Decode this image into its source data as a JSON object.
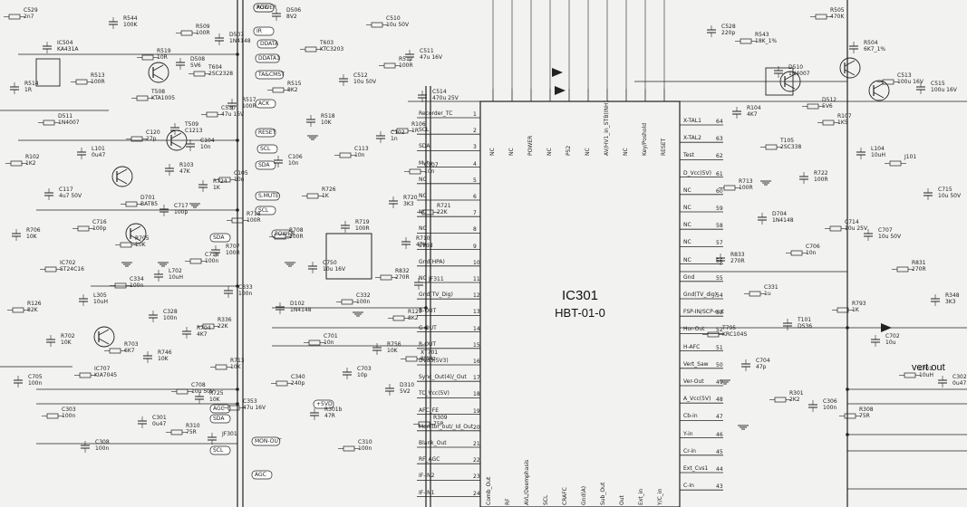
{
  "main_ic": {
    "reference": "IC301",
    "part": "HBT-01-0",
    "top_pins": [
      "NC",
      "NC",
      "POWER",
      "NC",
      "P52",
      "NC",
      "AV/HV1_in_STB(INH)",
      "NC",
      "Key/Poshold",
      "RESET"
    ],
    "left_pins": [
      "Recorder_TC",
      "SCL",
      "SDA",
      "Mute",
      "NC",
      "NC",
      "NC",
      "NC",
      "EVdd",
      "Gnd(HPA)",
      "NC",
      "Gnd(TV_Dig)",
      "B-OUT",
      "G-OUT",
      "R-OUT",
      "DVdd(5V3)",
      "Sync_Out(4)/_Out",
      "TC_Vcc(5V)",
      "AFC_FE",
      "Monitor_out/_Id_Out",
      "Blank_Out",
      "RF_AGC",
      "IF-IN2",
      "IF-IN1"
    ],
    "right_pins": [
      "X-TAL1",
      "X-TAL2",
      "Test",
      "D_Vcc(5V)",
      "NC",
      "NC",
      "NC",
      "NC",
      "NC",
      "Gnd",
      "Gnd(TV_dig)",
      "FSP-IN/SCP-out",
      "Hor-Out",
      "H-AFC",
      "Vert_Saw",
      "Ver-Out",
      "A_Vcc(5V)",
      "Cb-in",
      "Y-in",
      "Cr-in",
      "Ext_Cvs1",
      "C-In"
    ],
    "bottom_pins": [
      "Comb_Out",
      "RF",
      "AVL/Deemphasis",
      "SCL",
      "CRAFC",
      "Gnd(A)",
      "Sub_Out",
      "Out",
      "Ext_in",
      "Y/C_in"
    ]
  },
  "connectors": [
    "POWER",
    "IR",
    "DDATA",
    "DDATA1",
    "TA&CMST",
    "ACK",
    "RESET",
    "SCL",
    "SDA",
    "S.MUTE",
    "SCL",
    "SDA",
    "POWER",
    "+5VD",
    "MON-OUT",
    "AGC",
    "AGC",
    "SDA",
    "SCL",
    "AGC"
  ],
  "components": [
    {
      "ref": "C529",
      "val": "2n7"
    },
    {
      "ref": "R544",
      "val": "100K"
    },
    {
      "ref": "R509",
      "val": "100R"
    },
    {
      "ref": "D506",
      "val": "8V2"
    },
    {
      "ref": "C510",
      "val": "10u 50V"
    },
    {
      "ref": "C528",
      "val": "220p"
    },
    {
      "ref": "R505",
      "val": "470K"
    },
    {
      "ref": "IC504",
      "val": "KA431A"
    },
    {
      "ref": "R519",
      "val": "10R"
    },
    {
      "ref": "D507",
      "val": "1N4148"
    },
    {
      "ref": "T603",
      "val": "KTC3203"
    },
    {
      "ref": "C511",
      "val": "47u 16V"
    },
    {
      "ref": "R543",
      "val": "18K_1%"
    },
    {
      "ref": "R504",
      "val": "6K7_1%"
    },
    {
      "ref": "R513",
      "val": "100R"
    },
    {
      "ref": "D508",
      "val": "5V6"
    },
    {
      "ref": "T604",
      "val": "2SC2328"
    },
    {
      "ref": "C512",
      "val": "10u 50V"
    },
    {
      "ref": "R512",
      "val": "100R"
    },
    {
      "ref": "D510",
      "val": "1N4007"
    },
    {
      "ref": "C513",
      "val": "100u 16V"
    },
    {
      "ref": "R514",
      "val": "1R"
    },
    {
      "ref": "T508",
      "val": "KTA1005"
    },
    {
      "ref": "R517",
      "val": "100R"
    },
    {
      "ref": "R515",
      "val": "8K2"
    },
    {
      "ref": "C514",
      "val": "470u 25V"
    },
    {
      "ref": "D512",
      "val": "5V6"
    },
    {
      "ref": "C515",
      "val": "100u 16V"
    },
    {
      "ref": "D511",
      "val": "1N4007"
    },
    {
      "ref": "T509",
      "val": "C1213"
    },
    {
      "ref": "C530",
      "val": "47u 16V"
    },
    {
      "ref": "R518",
      "val": "10K"
    },
    {
      "ref": "R106",
      "val": "1R"
    },
    {
      "ref": "R104",
      "val": "4K7"
    },
    {
      "ref": "R107",
      "val": "1K5"
    },
    {
      "ref": "L101",
      "val": "0u47"
    },
    {
      "ref": "C120",
      "val": "27p"
    },
    {
      "ref": "C104",
      "val": "10n"
    },
    {
      "ref": "C113",
      "val": "10n"
    },
    {
      "ref": "C102",
      "val": "1n"
    },
    {
      "ref": "T105",
      "val": "2SC338"
    },
    {
      "ref": "L104",
      "val": "10uH"
    },
    {
      "ref": "R102",
      "val": "1K2"
    },
    {
      "ref": "R103",
      "val": "47K"
    },
    {
      "ref": "C105",
      "val": "10n"
    },
    {
      "ref": "C106",
      "val": "10n"
    },
    {
      "ref": "C107",
      "val": "10n"
    },
    {
      "ref": "R722",
      "val": "100R"
    },
    {
      "ref": "J101",
      "val": ""
    },
    {
      "ref": "C117",
      "val": "4u7 50V"
    },
    {
      "ref": "D701",
      "val": "BAT85"
    },
    {
      "ref": "R724",
      "val": "1K"
    },
    {
      "ref": "R726",
      "val": "1K"
    },
    {
      "ref": "R720",
      "val": "3K3"
    },
    {
      "ref": "R713",
      "val": "100R"
    },
    {
      "ref": "C715",
      "val": "10u 50V"
    },
    {
      "ref": "C716",
      "val": "100p"
    },
    {
      "ref": "C717",
      "val": "100p"
    },
    {
      "ref": "R718",
      "val": "100R"
    },
    {
      "ref": "R719",
      "val": "100R"
    },
    {
      "ref": "R721",
      "val": "22K"
    },
    {
      "ref": "D704",
      "val": "1N4148"
    },
    {
      "ref": "C714",
      "val": "10u 25V"
    },
    {
      "ref": "R706",
      "val": "10K"
    },
    {
      "ref": "R705",
      "val": "10K"
    },
    {
      "ref": "R707",
      "val": "100R"
    },
    {
      "ref": "R708",
      "val": "100R"
    },
    {
      "ref": "R710",
      "val": "47K"
    },
    {
      "ref": "C706",
      "val": "10n"
    },
    {
      "ref": "C707",
      "val": "10u 50V"
    },
    {
      "ref": "IC702",
      "val": "ST24C16"
    },
    {
      "ref": "L702",
      "val": "10uH"
    },
    {
      "ref": "C718",
      "val": "100n"
    },
    {
      "ref": "C750",
      "val": "10u 16V"
    },
    {
      "ref": "R832",
      "val": "270R"
    },
    {
      "ref": "R833",
      "val": "270R"
    },
    {
      "ref": "R831",
      "val": "270R"
    },
    {
      "ref": "L305",
      "val": "10uH"
    },
    {
      "ref": "C334",
      "val": "100n"
    },
    {
      "ref": "C333",
      "val": "100n"
    },
    {
      "ref": "C332",
      "val": "100n"
    },
    {
      "ref": "JF311",
      "val": ""
    },
    {
      "ref": "C331",
      "val": "1u"
    },
    {
      "ref": "R348",
      "val": "3K3"
    },
    {
      "ref": "R126",
      "val": "82K"
    },
    {
      "ref": "C328",
      "val": "100n"
    },
    {
      "ref": "R336",
      "val": "22K"
    },
    {
      "ref": "D102",
      "val": "1N4148"
    },
    {
      "ref": "R127",
      "val": "8K2"
    },
    {
      "ref": "T101",
      "val": "DS36"
    },
    {
      "ref": "R793",
      "val": "1K"
    },
    {
      "ref": "R702",
      "val": "10K"
    },
    {
      "ref": "R703",
      "val": "6K7"
    },
    {
      "ref": "R704",
      "val": "4K7"
    },
    {
      "ref": "C701",
      "val": "10n"
    },
    {
      "ref": "R756",
      "val": "10K"
    },
    {
      "ref": "T795",
      "val": "KRC104S"
    },
    {
      "ref": "C702",
      "val": "10u"
    },
    {
      "ref": "IC707",
      "val": "KIA7045"
    },
    {
      "ref": "R746",
      "val": "10K"
    },
    {
      "ref": "R713",
      "val": "10K"
    },
    {
      "ref": "C703",
      "val": "10p"
    },
    {
      "ref": "XT701",
      "val": "8MHz"
    },
    {
      "ref": "C704",
      "val": "47p"
    },
    {
      "ref": "L701",
      "val": "10uH"
    },
    {
      "ref": "C705",
      "val": "100n"
    },
    {
      "ref": "C708",
      "val": "10u 50V"
    },
    {
      "ref": "R725",
      "val": "10K"
    },
    {
      "ref": "C340",
      "val": "240p"
    },
    {
      "ref": "D310",
      "val": "5V2"
    },
    {
      "ref": "R301",
      "val": "2K2"
    },
    {
      "ref": "C302",
      "val": "0u47 50V"
    },
    {
      "ref": "C303",
      "val": "100n"
    },
    {
      "ref": "C301",
      "val": "0u47"
    },
    {
      "ref": "C353",
      "val": "47u 16V"
    },
    {
      "ref": "R301b",
      "val": "47R"
    },
    {
      "ref": "R309",
      "val": "75R"
    },
    {
      "ref": "C306",
      "val": "100n"
    },
    {
      "ref": "R308",
      "val": "75R"
    },
    {
      "ref": "C308",
      "val": "100n"
    },
    {
      "ref": "R310",
      "val": "75R"
    },
    {
      "ref": "JF301",
      "val": ""
    },
    {
      "ref": "C310",
      "val": "100n"
    }
  ],
  "annotations": {
    "vert_out": "vert out"
  }
}
